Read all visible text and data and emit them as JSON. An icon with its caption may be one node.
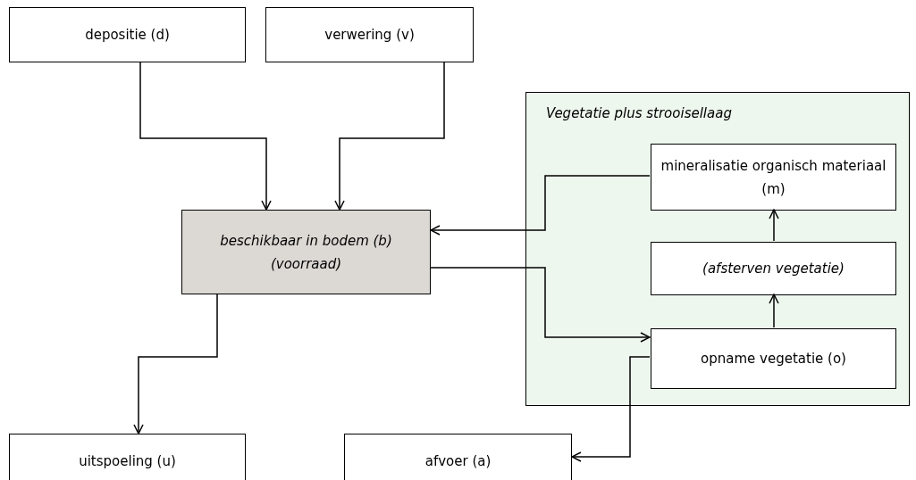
{
  "diagram": {
    "nodes": [
      {
        "text": [
          "depositie (d)"
        ]
      },
      {
        "text": [
          "verwering (v)"
        ]
      },
      {
        "text": [
          "Vegetatie plus strooisellaag"
        ]
      },
      {
        "text": [
          "mineralisatie organisch materiaal (m)"
        ],
        "in": 2
      },
      {
        "text": [
          "beschikbaar in bodem (b) (voorraad)"
        ]
      },
      {
        "text": [
          "(afsterven vegetatie)"
        ],
        "in": 2
      },
      {
        "text": [
          "opname vegetatie (o)"
        ],
        "in": 2
      },
      {
        "text": [
          "uitspoeling (u)"
        ]
      },
      {
        "text": [
          "afvoer (a)"
        ]
      }
    ],
    "edges": [
      {
        "from": 0,
        "to": 4,
        "arrow": "to"
      },
      {
        "from": 1,
        "to": 4,
        "arrow": "to"
      },
      {
        "from": 3,
        "to": 4,
        "arrow": "to"
      },
      {
        "from": 4,
        "to": 6,
        "arrow": "to"
      },
      {
        "from": 5,
        "to": 3,
        "arrow": "to"
      },
      {
        "from": 6,
        "to": 5,
        "arrow": "to"
      },
      {
        "from": 4,
        "to": 7,
        "arrow": "to"
      },
      {
        "from": 6,
        "to": 8,
        "arrow": "to"
      }
    ]
  }
}
